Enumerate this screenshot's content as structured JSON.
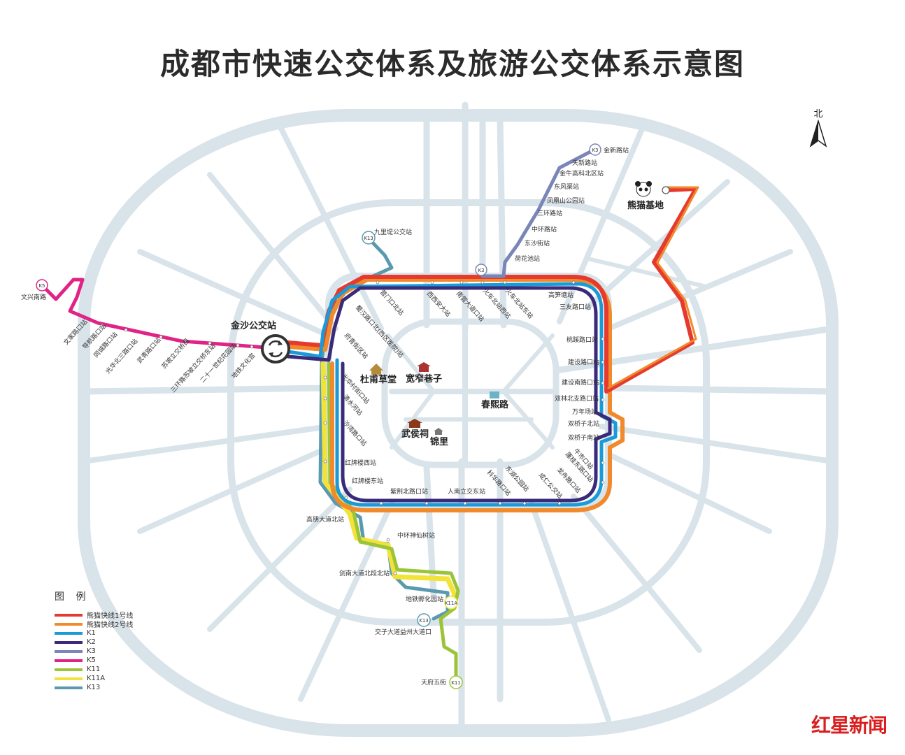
{
  "title": "成都市快速公交体系及旅游公交体系示意图",
  "north_label": "北",
  "legend": {
    "title": "图 例",
    "items": [
      {
        "label": "熊猫快线1号线",
        "color": "#e63a2e"
      },
      {
        "label": "熊猫快线2号线",
        "color": "#f08a2c"
      },
      {
        "label": "K1",
        "color": "#1a9ad6"
      },
      {
        "label": "K2",
        "color": "#3a2a7a"
      },
      {
        "label": "K3",
        "color": "#7a86b8"
      },
      {
        "label": "K5",
        "color": "#e02487"
      },
      {
        "label": "K11",
        "color": "#9cc43a"
      },
      {
        "label": "K11A",
        "color": "#f2e33a"
      },
      {
        "label": "K13",
        "color": "#5a9ab0"
      }
    ]
  },
  "badges": {
    "k3": "K3",
    "k5": "K5",
    "k13": "K13",
    "k11": "K11",
    "k11a": "K11A"
  },
  "hubs": {
    "jinsha": "金沙公交站",
    "panda": "熊猫基地"
  },
  "landmarks": {
    "dufu": "杜甫草堂",
    "kuanzhai": "宽窄巷子",
    "chunxi": "春熙路",
    "wuhou": "武侯祠",
    "jinli": "锦里"
  },
  "stations": {
    "k3_line": [
      "金新路站",
      "天新路站",
      "金牛高科北区站",
      "东风渠站",
      "凤凰山公园站",
      "三环路站",
      "中环路站",
      "东沙街站",
      "荷花池站"
    ],
    "k5_line": [
      "文兴南路",
      "文家路口站",
      "导航路口站",
      "同诚路口站",
      "光华北三路口站",
      "武青路口站",
      "苏坡立交桥西",
      "三环路苏坡立交桥东站",
      "二十一世纪花园站",
      "地铁文化宫"
    ],
    "k13_top": "九里堤公交站",
    "ring_north": [
      "营门口北站",
      "西西安大站",
      "南营大道口站",
      "火车北站西站",
      "火车北站东站",
      "高笋塘站",
      "三友路口站"
    ],
    "ring_east": [
      "桃蹊路口站",
      "建设路口站",
      "建设南路口站",
      "双林北支路口站",
      "万年场站",
      "双桥子北站",
      "双桥子南站",
      "牛市口站",
      "蓮桂东路口站",
      "龙舟路口站",
      "成仁公交站"
    ],
    "ring_south": [
      "东湖公园站",
      "科华路口站",
      "人南立交东站",
      "紫荆北路口站"
    ],
    "ring_west": [
      "蜀汉路口北(西区医院)站",
      "府青街区站",
      "光华村街口站",
      "清水河站",
      "沙湾路口站",
      "红牌楼西站",
      "红牌楼东站"
    ],
    "south_line": [
      "高朋大道北站",
      "中环神仙树站",
      "剑南大道北段北站",
      "地铁孵化园站",
      "交子大道益州大道口",
      "天府五街"
    ]
  },
  "brand": "红星新闻"
}
